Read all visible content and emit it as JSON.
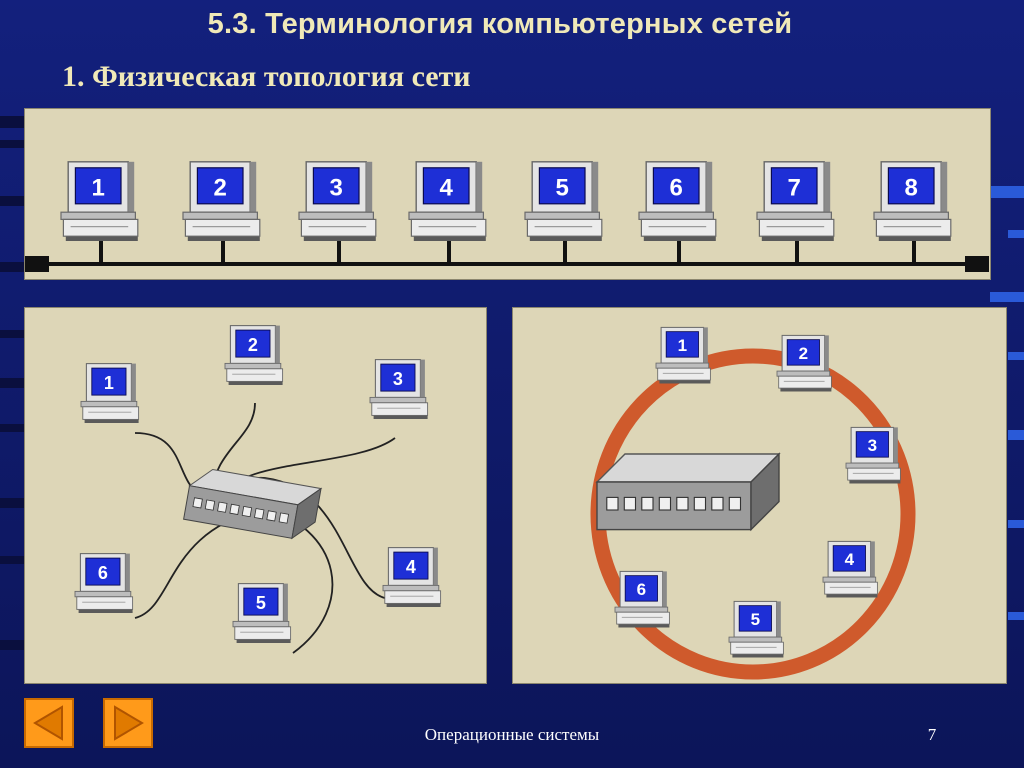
{
  "slide": {
    "title": "5.3. Терминология компьютерных сетей",
    "subtitle": "1. Физическая топология сети",
    "footer": "Операционные системы",
    "page_number": "7",
    "prev_icon": "triangle-left-icon",
    "next_icon": "triangle-right-icon"
  },
  "colors": {
    "background": "#0f1a6e",
    "title": "#f0e9b8",
    "panel": "#ddd6b7",
    "screen": "#1e2fd6",
    "ring": "#cf5a2c",
    "button": "#ff9a1a"
  },
  "bus": {
    "computers": [
      "1",
      "2",
      "3",
      "4",
      "5",
      "6",
      "7",
      "8"
    ]
  },
  "star": {
    "computers": [
      "1",
      "2",
      "3",
      "4",
      "5",
      "6"
    ]
  },
  "ring": {
    "computers": [
      "1",
      "2",
      "3",
      "4",
      "5",
      "6"
    ]
  }
}
